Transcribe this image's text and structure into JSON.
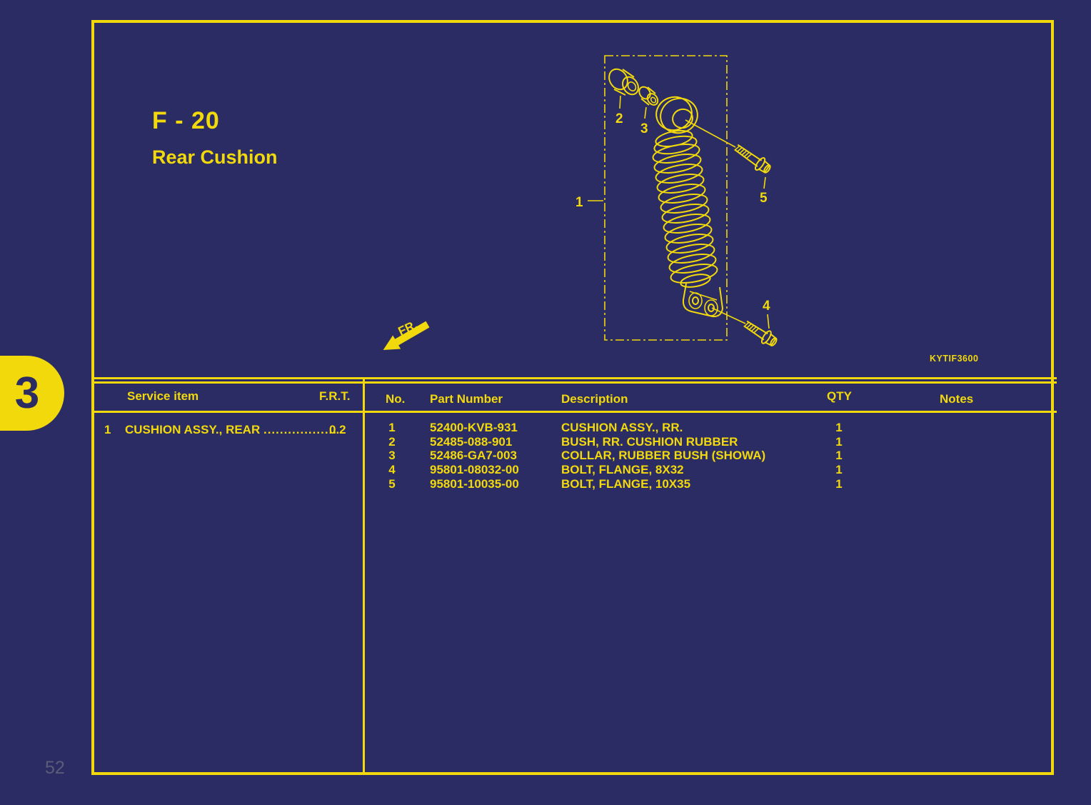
{
  "page": {
    "chapter_tab": "3",
    "page_number": "52",
    "diagram_code": "KYTIF3600",
    "section_code": "F - 20",
    "section_title": "Rear Cushion",
    "front_label": "FR."
  },
  "service_table": {
    "header_item": "Service item",
    "header_frt": "F.R.T.",
    "row": {
      "no": "1",
      "name": "CUSHION ASSY., REAR",
      "dots": "..................",
      "frt": "0.2"
    }
  },
  "parts_table": {
    "header_no": "No.",
    "header_part_number": "Part Number",
    "header_description": "Description",
    "header_qty": "QTY",
    "header_notes": "Notes",
    "rows": [
      {
        "no": "1",
        "part_number": "52400-KVB-931",
        "description": "CUSHION ASSY., RR.",
        "qty": "1",
        "notes": ""
      },
      {
        "no": "2",
        "part_number": "52485-088-901",
        "description": "BUSH, RR. CUSHION RUBBER",
        "qty": "1",
        "notes": ""
      },
      {
        "no": "3",
        "part_number": "52486-GA7-003",
        "description": "COLLAR, RUBBER BUSH (SHOWA)",
        "qty": "1",
        "notes": ""
      },
      {
        "no": "4",
        "part_number": "95801-08032-00",
        "description": "BOLT, FLANGE, 8X32",
        "qty": "1",
        "notes": ""
      },
      {
        "no": "5",
        "part_number": "95801-10035-00",
        "description": "BOLT, FLANGE, 10X35",
        "qty": "1",
        "notes": ""
      }
    ]
  },
  "diagram": {
    "callouts": [
      "1",
      "2",
      "3",
      "4",
      "5"
    ]
  },
  "colors": {
    "background": "#2b2c63",
    "accent_yellow": "#f2d90b",
    "page_number_gray": "#5b5c78"
  }
}
